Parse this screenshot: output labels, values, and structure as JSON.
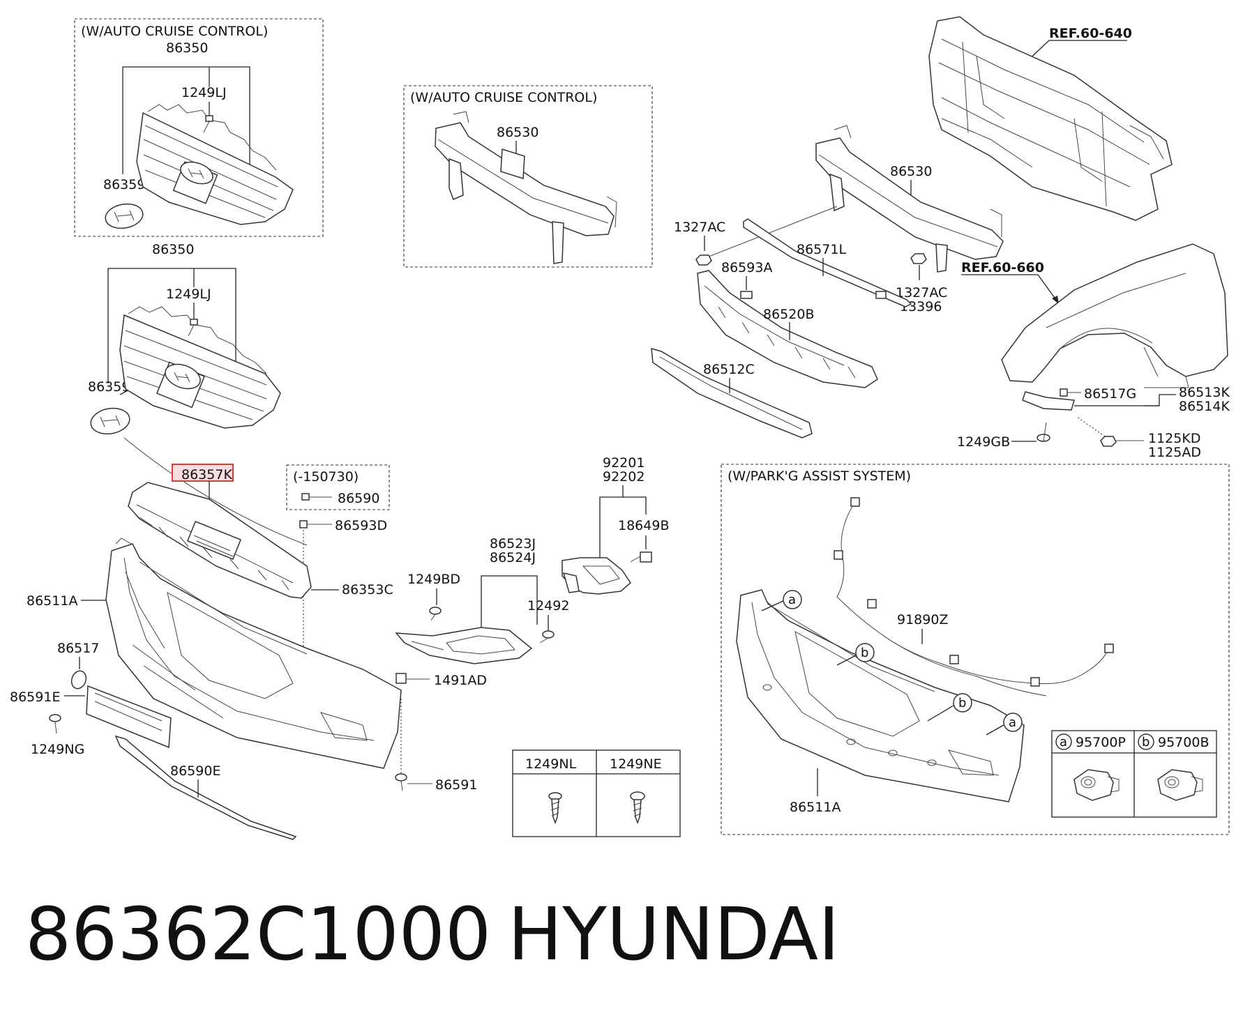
{
  "boxes": {
    "grille_top": "(W/AUTO CRUISE CONTROL)",
    "beam_mid": "(W/AUTO CRUISE CONTROL)",
    "clip_small": "(-150730)",
    "park_assist": "(W/PARK'G ASSIST SYSTEM)"
  },
  "refs": {
    "ref1": "REF.60-640",
    "ref2": "REF.60-660"
  },
  "labels": {
    "t_86350": "86350",
    "t_1249LJ": "1249LJ",
    "t_86359": "86359",
    "g_86350": "86350",
    "g_1249LJ": "1249LJ",
    "g_86359": "86359",
    "g_86357K": "86357K",
    "c_86590": "86590",
    "b_86593D": "86593D",
    "b_86353C": "86353C",
    "b_86511A": "86511A",
    "b_86517": "86517",
    "b_86591E": "86591E",
    "b_1249NG": "1249NG",
    "b_86590E": "86590E",
    "b_1491AD": "1491AD",
    "b_86591": "86591",
    "m_86530": "86530",
    "f_86523J": "86523J",
    "f_86524J": "86524J",
    "f_1249BD": "1249BD",
    "f_12492": "12492",
    "fl_92201": "92201",
    "fl_92202": "92202",
    "fl_18649B": "18649B",
    "r_86530": "86530",
    "r_1327AC_a": "1327AC",
    "r_1327AC_b": "1327AC",
    "r_13396": "13396",
    "r_86571L": "86571L",
    "r_86593A": "86593A",
    "r_86520B": "86520B",
    "r_86512C": "86512C",
    "r_86517G": "86517G",
    "r_86513K": "86513K",
    "r_86514K": "86514K",
    "r_1249GB": "1249GB",
    "r_1125KD": "1125KD",
    "r_1125AD": "1125AD",
    "p_91890Z": "91890Z",
    "p_86511A": "86511A",
    "p_a1": "a",
    "p_b1": "b",
    "p_b2": "b",
    "p_a2": "a"
  },
  "table_screws": {
    "col1": "1249NL",
    "col2": "1249NE"
  },
  "table_sensors": {
    "a_mark": "a",
    "a_part": "95700P",
    "b_mark": "b",
    "b_part": "95700B"
  },
  "highlight_color": "#e53935",
  "footer": {
    "part_number": "86362C1000",
    "brand": "HYUNDAI"
  }
}
